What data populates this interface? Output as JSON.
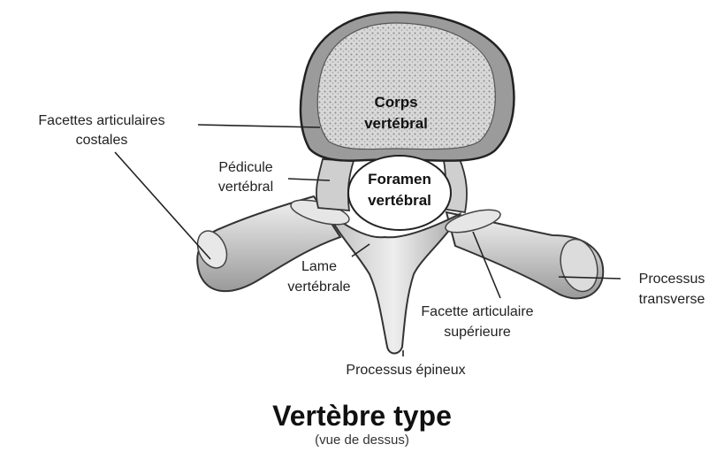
{
  "labels": {
    "corps_line1": "Corps",
    "corps_line2": "vertébral",
    "foramen_line1": "Foramen",
    "foramen_line2": "vertébral",
    "facettes_costales_line1": "Facettes articulaires",
    "facettes_costales_line2": "costales",
    "pedicule_line1": "Pédicule",
    "pedicule_line2": "vertébral",
    "lame_line1": "Lame",
    "lame_line2": "vertébrale",
    "facette_sup_line1": "Facette articulaire",
    "facette_sup_line2": "supérieure",
    "processus_transverse_line1": "Processus",
    "processus_transverse_line2": "transverse",
    "processus_epineux": "Processus épineux"
  },
  "title": "Vertèbre type",
  "subtitle": "(vue de dessus)"
}
